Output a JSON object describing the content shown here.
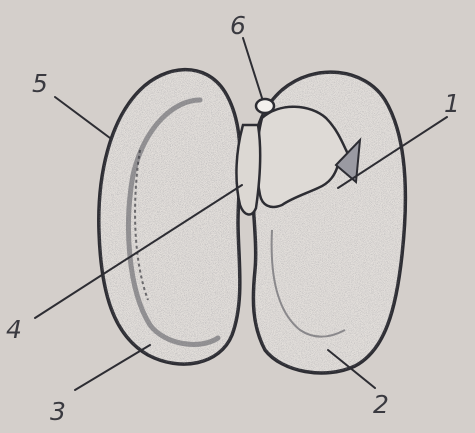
{
  "labels": [
    "1",
    "2",
    "3",
    "4",
    "5",
    "6"
  ],
  "colors": {
    "background": "#d4cfcb",
    "seed_fill": "#e3dfdb",
    "outline": "#2d2d33",
    "text": "#3a3a40"
  }
}
